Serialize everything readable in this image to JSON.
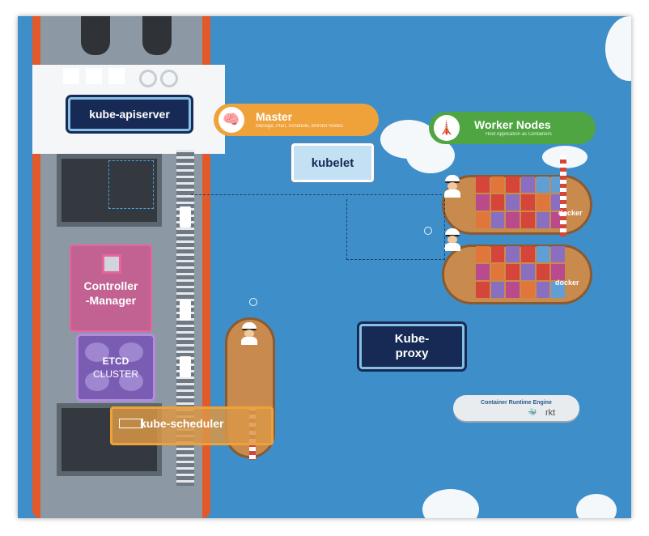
{
  "labels": {
    "apiserver": "kube-apiserver",
    "master_title": "Master",
    "master_subtitle": "Manage, Plan, Schedule, Monitor Nodes",
    "worker_title": "Worker Nodes",
    "worker_subtitle": "Host Application as Containers",
    "kubelet": "kubelet",
    "controller_manager": "Controller\n-Manager",
    "etcd_line1": "ETCD",
    "etcd_line2": "CLUSTER",
    "scheduler": "kube-scheduler",
    "kube_proxy": "Kube-\nproxy",
    "cre_title": "Container Runtime Engine",
    "docker_label": "docker",
    "rkt_label": "rkt"
  },
  "icons": {
    "master": "brain-icon",
    "worker": "lighthouse-icon",
    "docker": "docker-whale-icon"
  },
  "colors": {
    "water": "#3e8fc9",
    "master_pill": "#f0a23a",
    "worker_pill": "#4fa542",
    "label_dark": "#172a55",
    "ship_hull": "#e25a2a"
  }
}
